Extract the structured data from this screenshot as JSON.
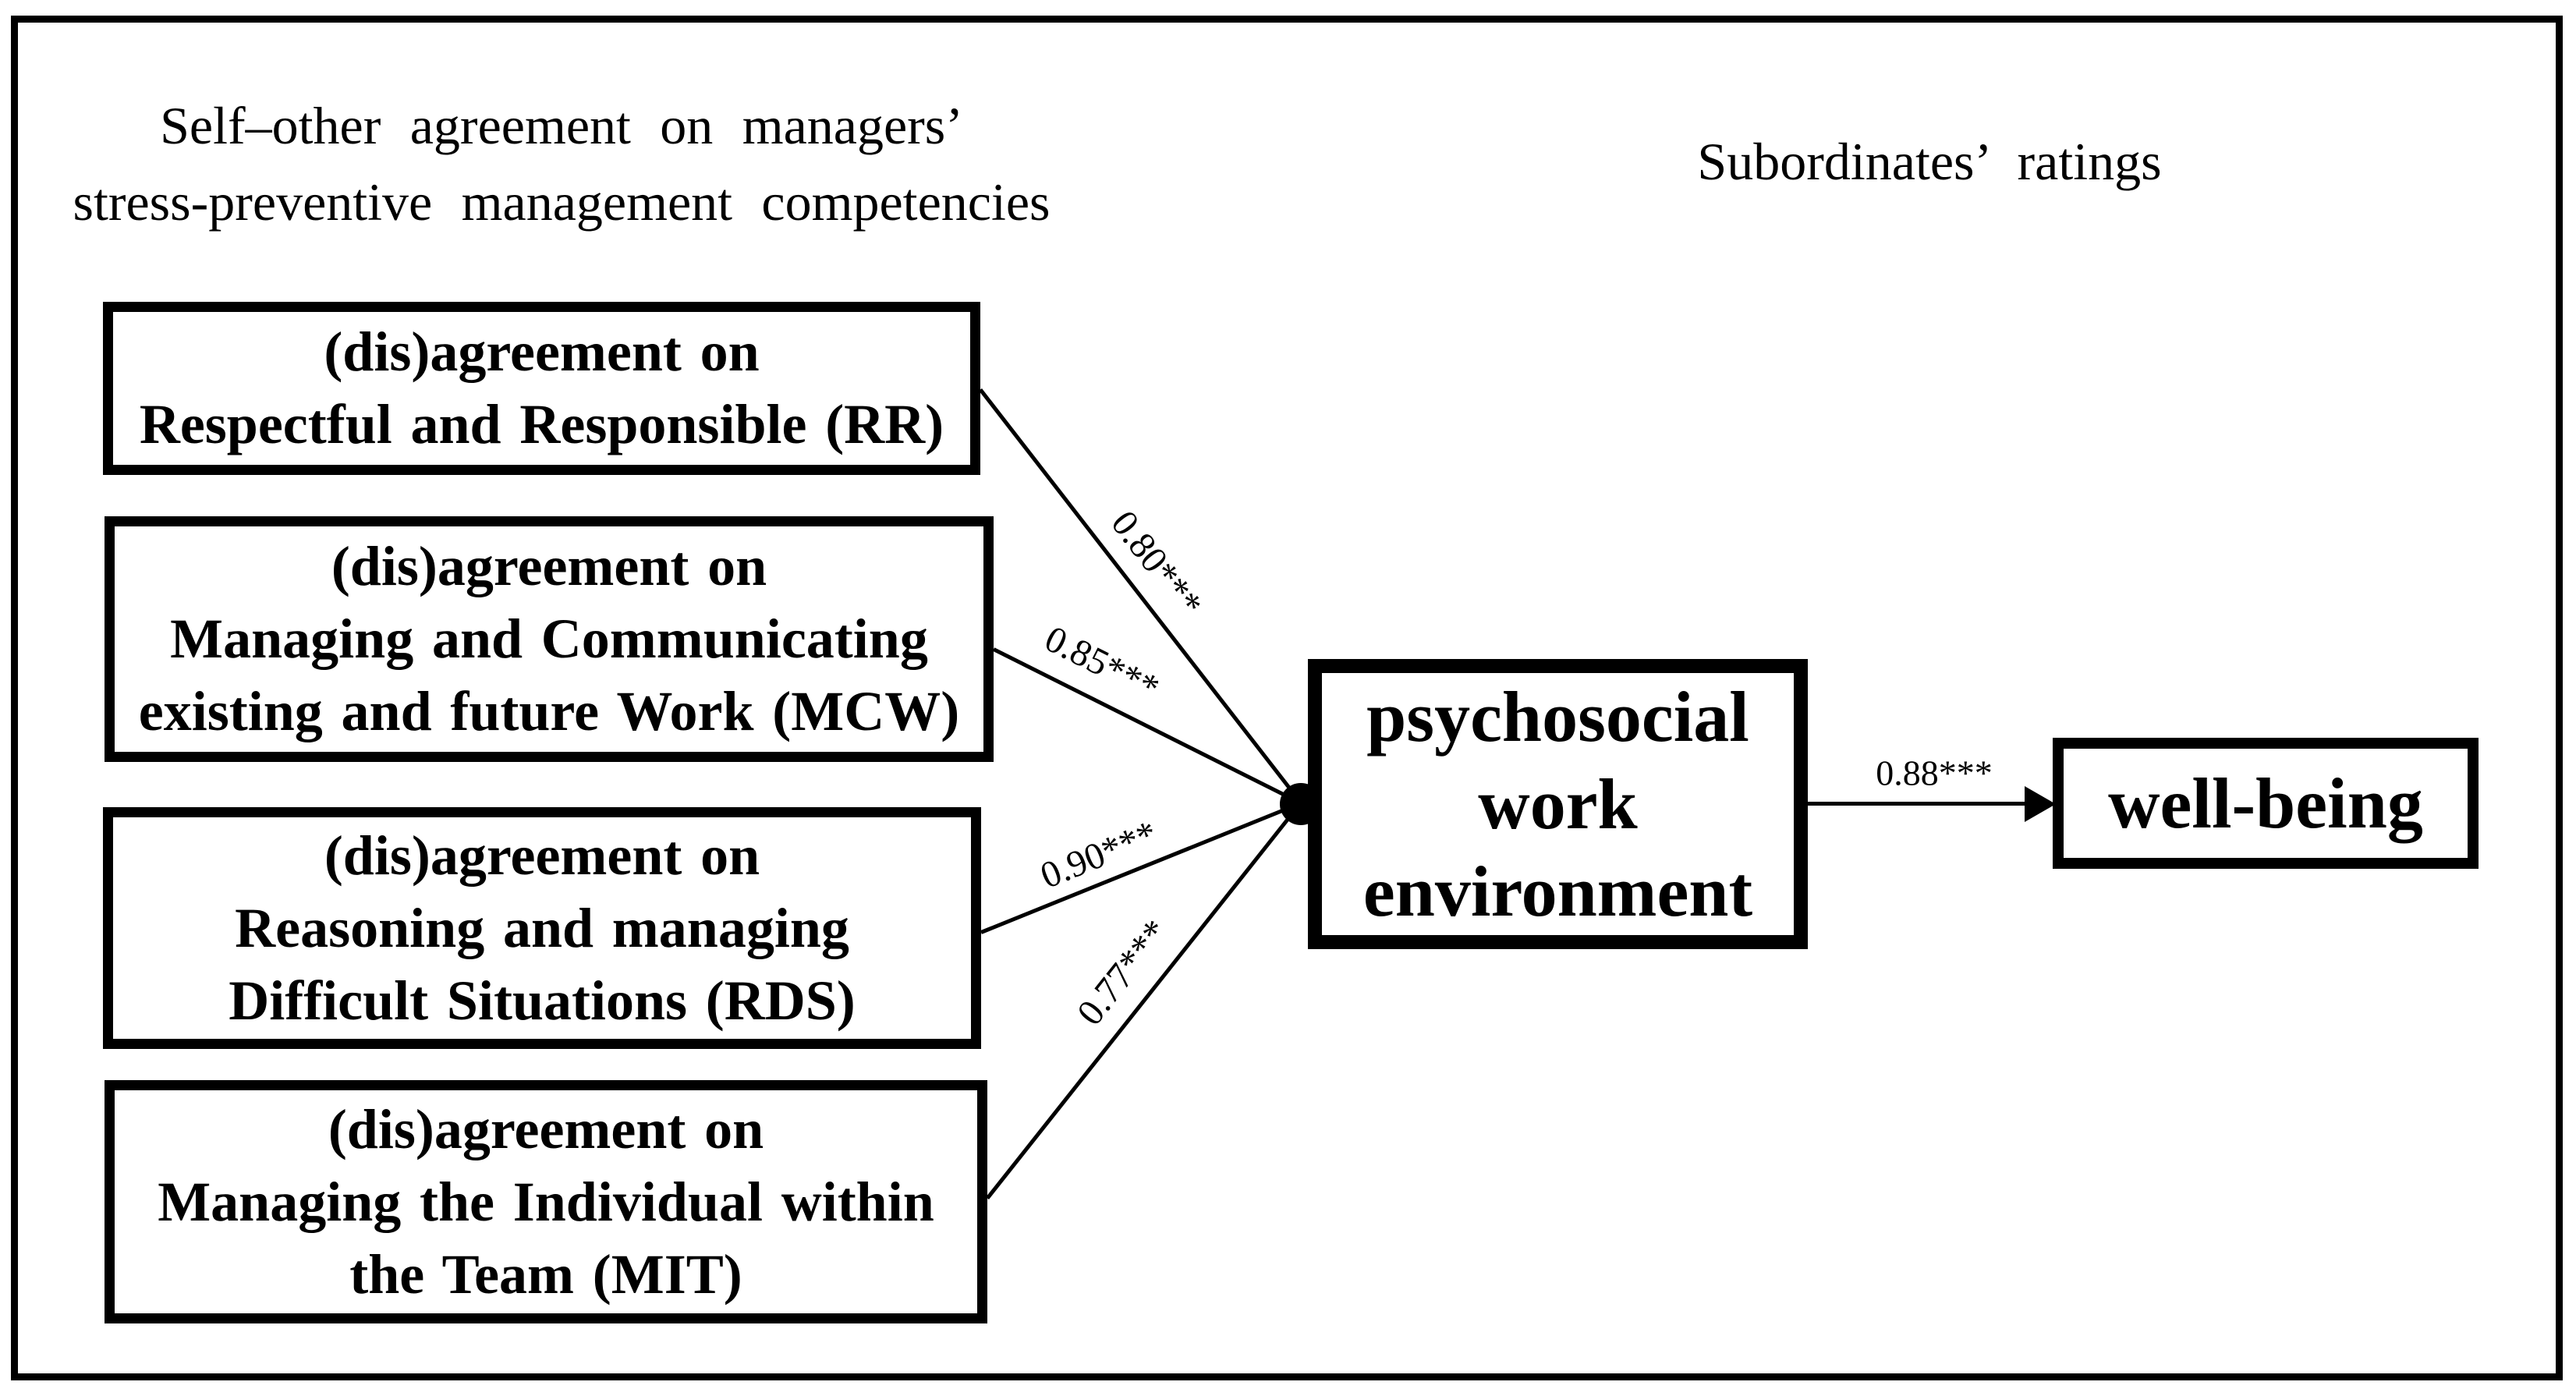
{
  "figure_type": "structural-path-model",
  "colors": {
    "ink": "#000000",
    "paper": "#ffffff"
  },
  "headings": {
    "left_line1": "Self–other agreement on managers’",
    "left_line2": "stress-preventive management competencies",
    "right": "Subordinates’ ratings"
  },
  "boxes": {
    "rr": {
      "id": "RR",
      "lines": [
        "(dis)agreement on",
        "Respectful and Responsible (RR)"
      ]
    },
    "mcw": {
      "id": "MCW",
      "lines": [
        "(dis)agreement on",
        "Managing and Communicating",
        "existing and future Work (MCW)"
      ]
    },
    "rds": {
      "id": "RDS",
      "lines": [
        "(dis)agreement on",
        "Reasoning and managing",
        "Difficult Situations (RDS)"
      ]
    },
    "mit": {
      "id": "MIT",
      "lines": [
        "(dis)agreement on",
        "Managing the Individual within",
        "the Team (MIT)"
      ]
    },
    "pwe": {
      "id": "PWE",
      "lines": [
        "psychosocial",
        "work",
        "environment"
      ]
    },
    "wb": {
      "id": "WB",
      "lines": [
        "well-being"
      ]
    }
  },
  "connectors": [
    {
      "from": "RR",
      "to": "PWE",
      "label": "0.80***",
      "arrow": false
    },
    {
      "from": "MCW",
      "to": "PWE",
      "label": "0.85***",
      "arrow": false
    },
    {
      "from": "RDS",
      "to": "PWE",
      "label": "0.90***",
      "arrow": false
    },
    {
      "from": "MIT",
      "to": "PWE",
      "label": "0.77***",
      "arrow": false
    },
    {
      "from": "PWE",
      "to": "WB",
      "label": "0.88***",
      "arrow": true
    }
  ]
}
